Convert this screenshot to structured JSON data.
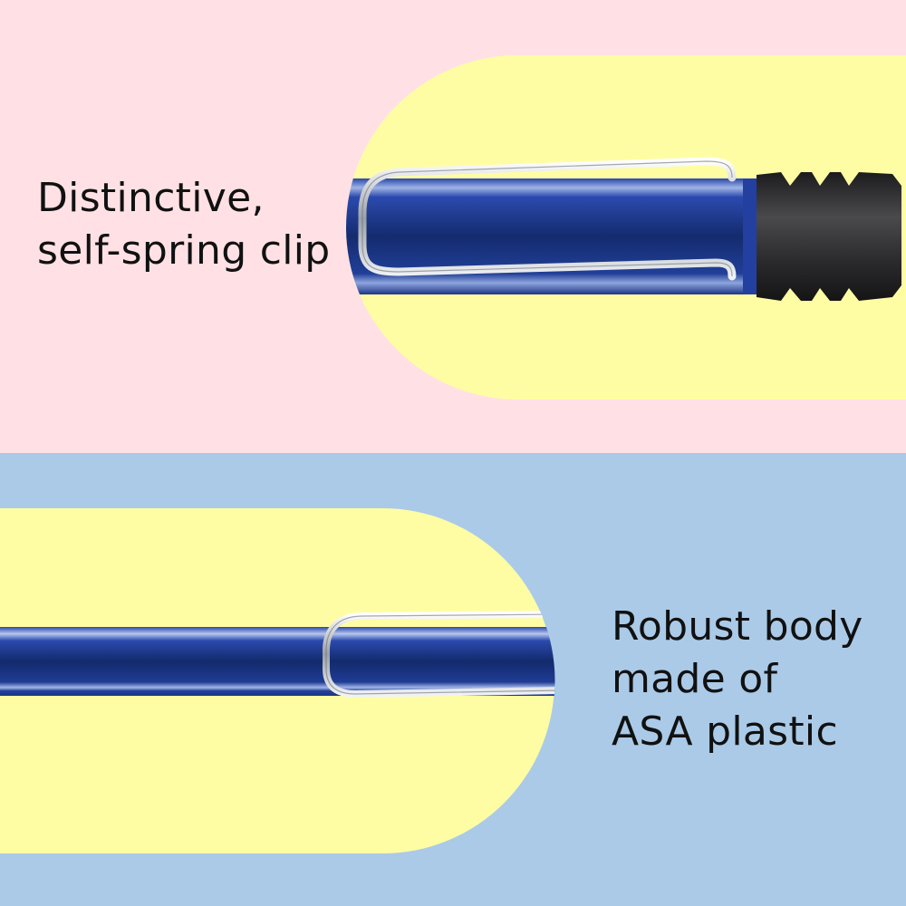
{
  "panels": {
    "top": {
      "background": "#FFE1E5",
      "highlight": "#FFFDA3",
      "caption": {
        "line1": "Distinctive,",
        "line2": "self-spring clip"
      },
      "image": "pen-cap-with-clip-and-rubber-end"
    },
    "bottom": {
      "background": "#AACAE8",
      "highlight": "#FFFDA3",
      "caption": {
        "line1": "Robust body",
        "line2": "made of",
        "line3": "ASA plastic"
      },
      "image": "pen-body-with-clip-loop"
    }
  },
  "colors": {
    "pen_blue": "#1E3A8A",
    "pen_blue_dark": "#152C6E",
    "chrome": "#D9DCE0",
    "rubber": "#2A2A2C"
  }
}
